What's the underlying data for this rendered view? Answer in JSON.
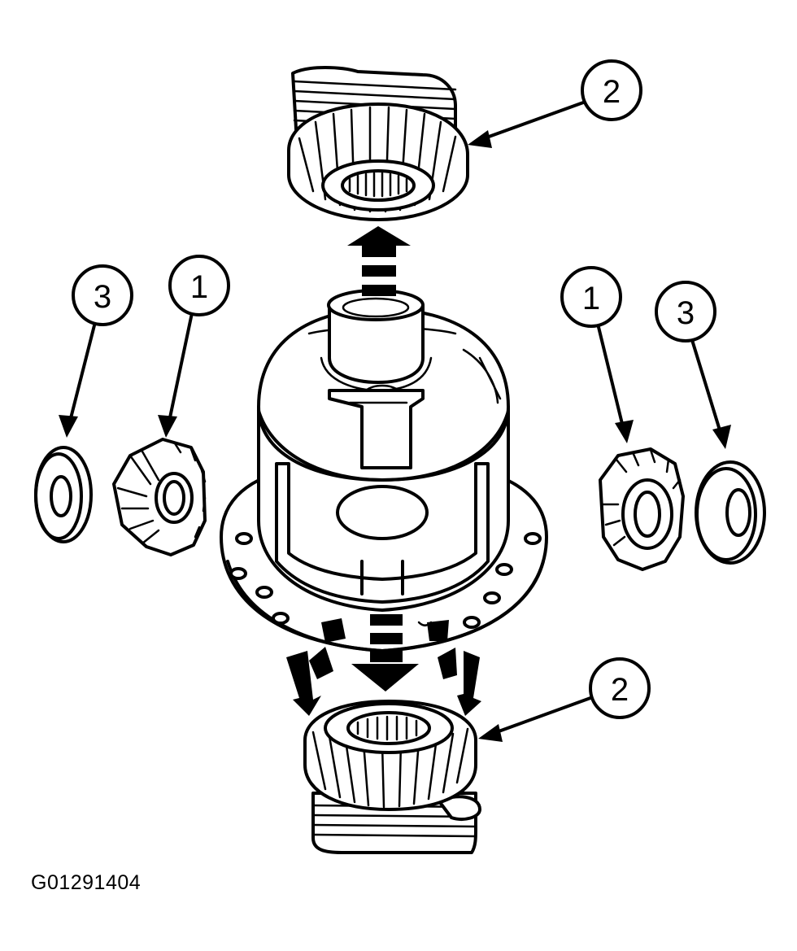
{
  "figure_id": "G01291404",
  "callouts": {
    "top_gear": "2",
    "bottom_gear": "2",
    "left_pinion": "1",
    "right_pinion": "1",
    "left_washer": "3",
    "right_washer": "3"
  },
  "icons": [
    "differential-case",
    "side-gear",
    "pinion-gear",
    "thrust-washer",
    "removal-arrow"
  ]
}
